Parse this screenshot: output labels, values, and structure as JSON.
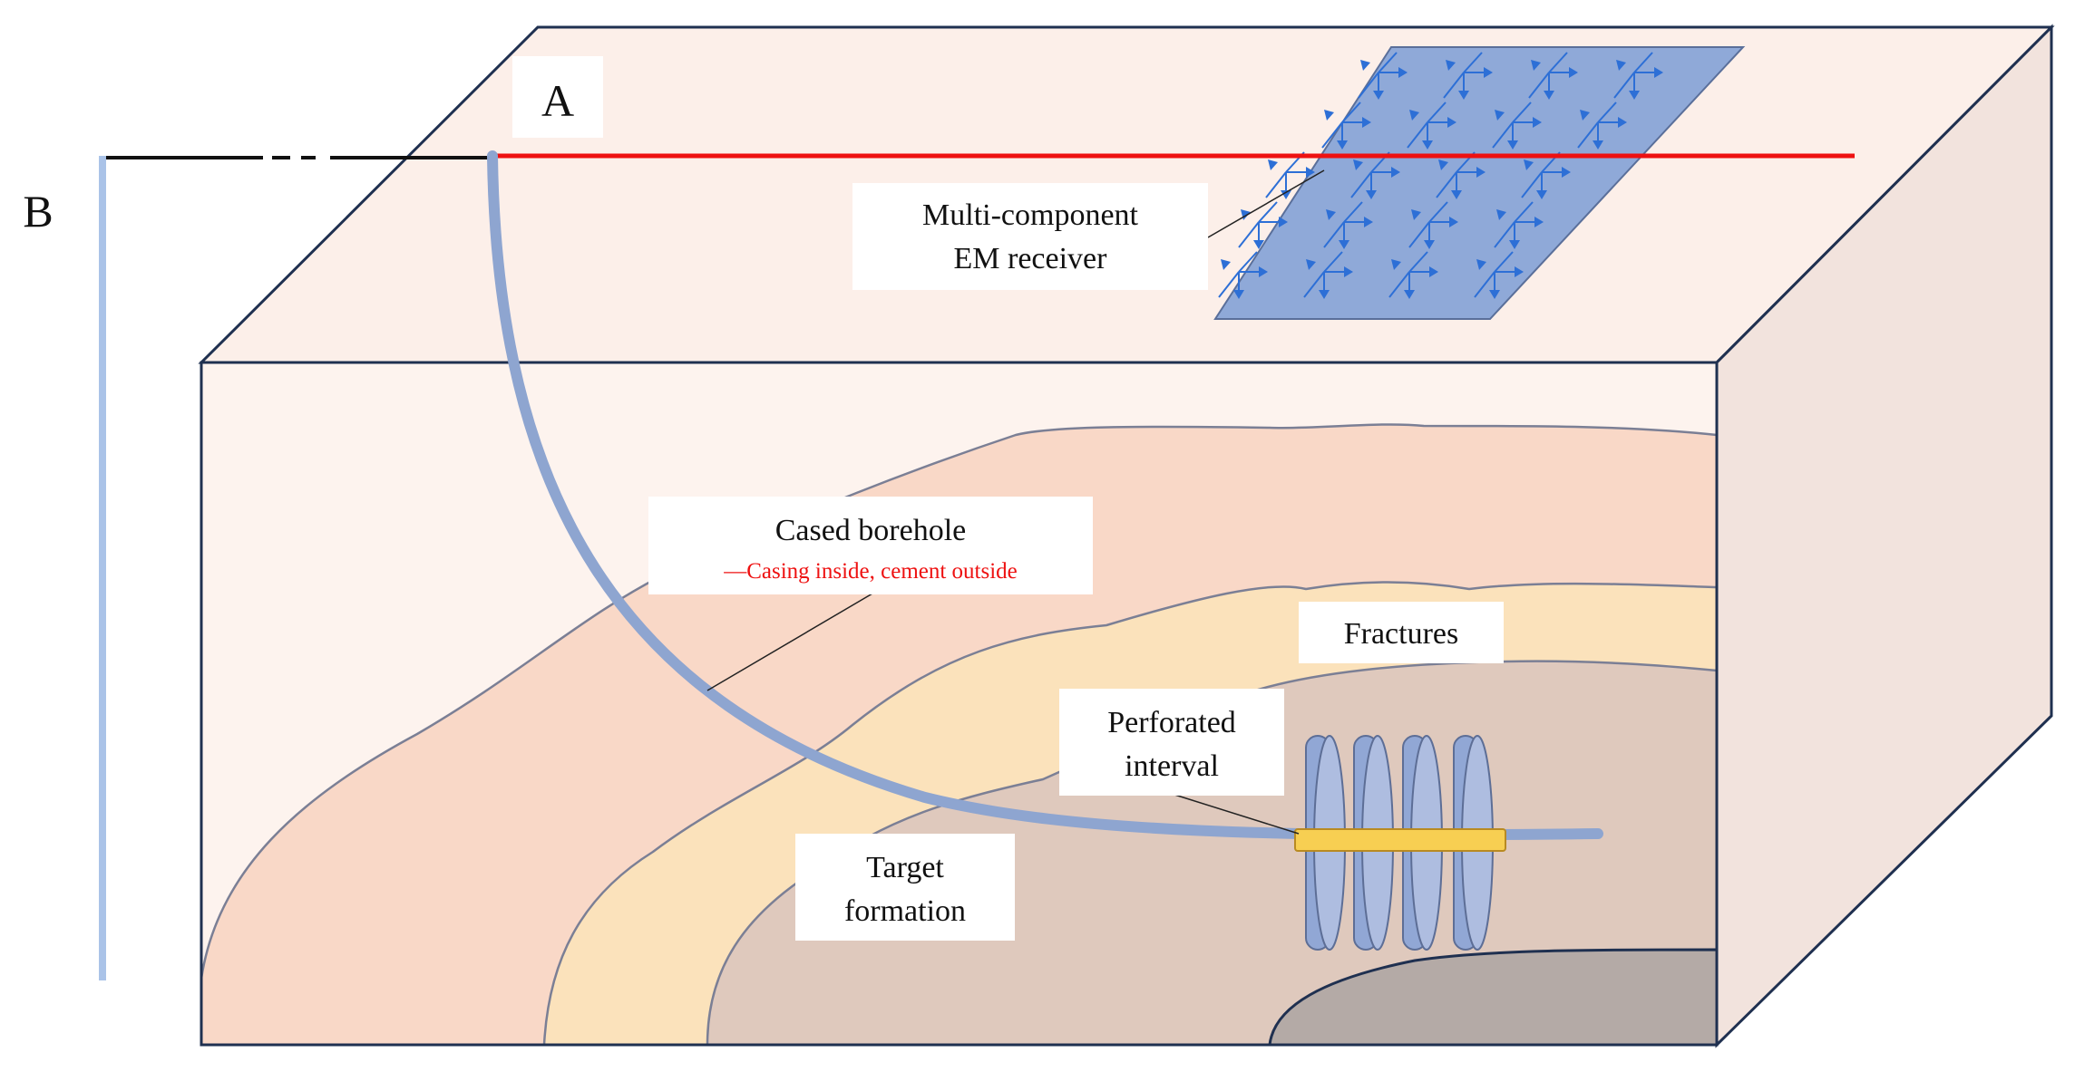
{
  "labels": {
    "point_a": "A",
    "point_b": "B",
    "receiver_line1": "Multi-component",
    "receiver_line2": "EM receiver",
    "borehole_title": "Cased borehole",
    "borehole_note": "—Casing inside, cement outside",
    "fractures": "Fractures",
    "perforated_line1": "Perforated",
    "perforated_line2": "interval",
    "target_line1": "Target",
    "target_line2": "formation"
  },
  "colors": {
    "box_top": "#fcefe9",
    "box_front": "#fdf3ee",
    "box_side": "#f2e3dd",
    "box_edge": "#1f3050",
    "layer_upper": "#f9d8c7",
    "layer_fracture": "#fbe2bb",
    "layer_target": "#dfc9bd",
    "layer_bottom": "#b4aaa6",
    "borehole": "#8ea5d0",
    "surface_cable": "#aac3e8",
    "source_line": "#ee1111",
    "receiver_panel": "#8fa9d8",
    "receiver_arrow": "#2d6fd6",
    "perforation": "#f7cf52",
    "fracture_disc": "#91a7d5",
    "note_text": "#ee1111"
  }
}
